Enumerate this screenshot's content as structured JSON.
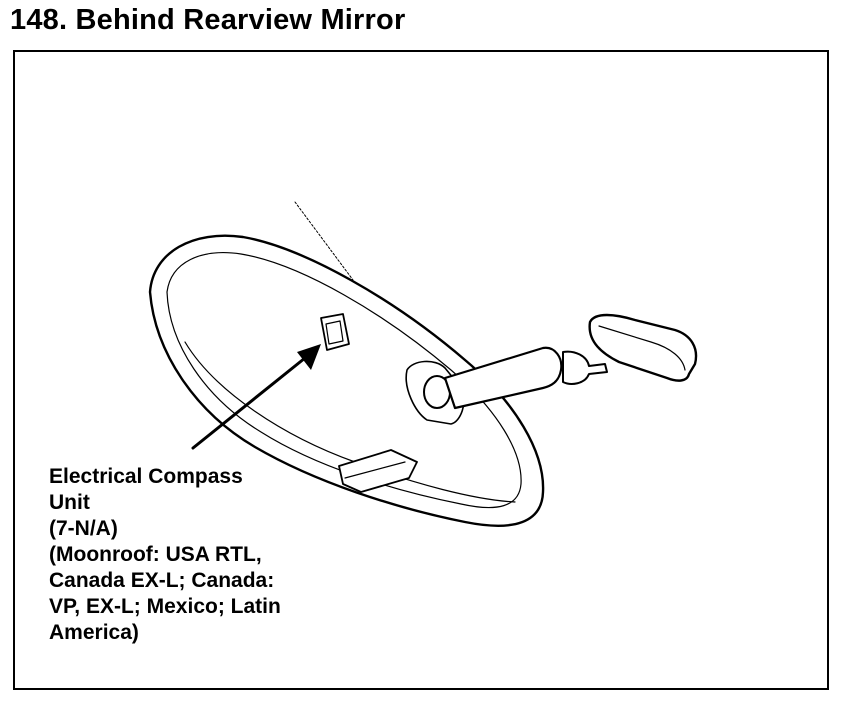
{
  "page": {
    "title": "148. Behind Rearview Mirror"
  },
  "callout": {
    "lines": [
      "Electrical Compass",
      "Unit",
      "(7-N/A)",
      "(Moonroof: USA RTL,",
      "Canada EX-L; Canada:",
      "VP, EX-L; Mexico; Latin",
      "America)"
    ]
  }
}
